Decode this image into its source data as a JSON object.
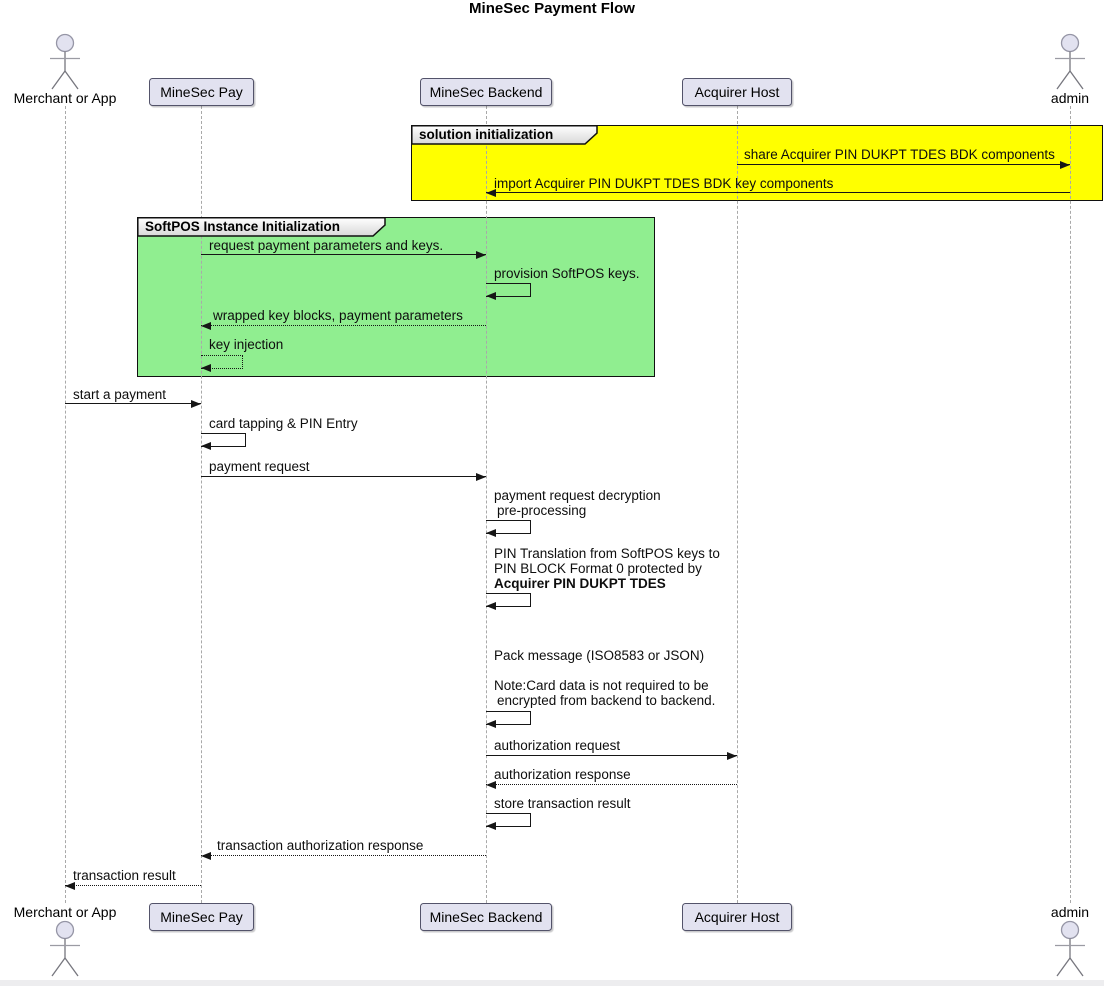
{
  "title": "MineSec Payment Flow",
  "participants": {
    "merchant": "Merchant or App",
    "pay": "MineSec Pay",
    "backend": "MineSec Backend",
    "host": "Acquirer Host",
    "admin": "admin"
  },
  "groups": {
    "solution": "solution initialization",
    "softpos": "SoftPOS Instance Initialization"
  },
  "messages": {
    "share_bdk": {
      "label": "share Acquirer PIN DUKPT TDES BDK components",
      "from": "Acquirer Host",
      "to": "admin",
      "line": "solid"
    },
    "import_bdk": {
      "label": "import Acquirer PIN DUKPT TDES BDK key components",
      "from": "admin",
      "to": "MineSec Backend",
      "line": "solid"
    },
    "request_params": {
      "label": "request payment parameters and keys.",
      "from": "MineSec Pay",
      "to": "MineSec Backend",
      "line": "solid"
    },
    "provision_keys": {
      "label": "provision SoftPOS keys.",
      "from": "MineSec Backend",
      "to": "MineSec Backend",
      "line": "solid"
    },
    "wrapped_keys": {
      "label": "wrapped key blocks, payment parameters",
      "from": "MineSec Backend",
      "to": "MineSec Pay",
      "line": "dotted"
    },
    "key_injection": {
      "label": "key injection",
      "from": "MineSec Pay",
      "to": "MineSec Pay",
      "line": "dotted"
    },
    "start_payment": {
      "label": "start a payment",
      "from": "Merchant or App",
      "to": "MineSec Pay",
      "line": "solid"
    },
    "card_tapping": {
      "label": "card tapping & PIN Entry",
      "from": "MineSec Pay",
      "to": "MineSec Pay",
      "line": "solid"
    },
    "payment_request": {
      "label": "payment request",
      "from": "MineSec Pay",
      "to": "MineSec Backend",
      "line": "solid"
    },
    "decryption": {
      "line1": "payment request decryption",
      "line2": "pre-processing",
      "from": "MineSec Backend",
      "to": "MineSec Backend",
      "line": "solid"
    },
    "pin_translation": {
      "line1": "PIN Translation from SoftPOS keys to",
      "line2": "PIN BLOCK Format 0 protected by",
      "line3": "Acquirer PIN DUKPT TDES",
      "from": "MineSec Backend",
      "to": "MineSec Backend",
      "line": "solid"
    },
    "pack_message": {
      "line1": "Pack message (ISO8583 or JSON)",
      "line2": "Note:Card data is not required to be",
      "line3": "encrypted from backend to backend.",
      "from": "MineSec Backend",
      "to": "MineSec Backend",
      "line": "solid"
    },
    "auth_request": {
      "label": "authorization request",
      "from": "MineSec Backend",
      "to": "Acquirer Host",
      "line": "solid"
    },
    "auth_response": {
      "label": "authorization response",
      "from": "Acquirer Host",
      "to": "MineSec Backend",
      "line": "dotted"
    },
    "store_result": {
      "label": "store transaction result",
      "from": "MineSec Backend",
      "to": "MineSec Backend",
      "line": "solid"
    },
    "txn_auth_response": {
      "label": "transaction authorization response",
      "from": "MineSec Backend",
      "to": "MineSec Pay",
      "line": "dotted"
    },
    "txn_result": {
      "label": "transaction result",
      "from": "MineSec Pay",
      "to": "Merchant or App",
      "line": "dotted"
    }
  },
  "colors": {
    "group_solution_bg": "#FFFF00",
    "group_softpos_bg": "#90EE90",
    "participant_bg": "#E2E2F0",
    "participant_border": "#53536A",
    "lifeline": "#A9A9A9",
    "message_line": "#161616"
  }
}
